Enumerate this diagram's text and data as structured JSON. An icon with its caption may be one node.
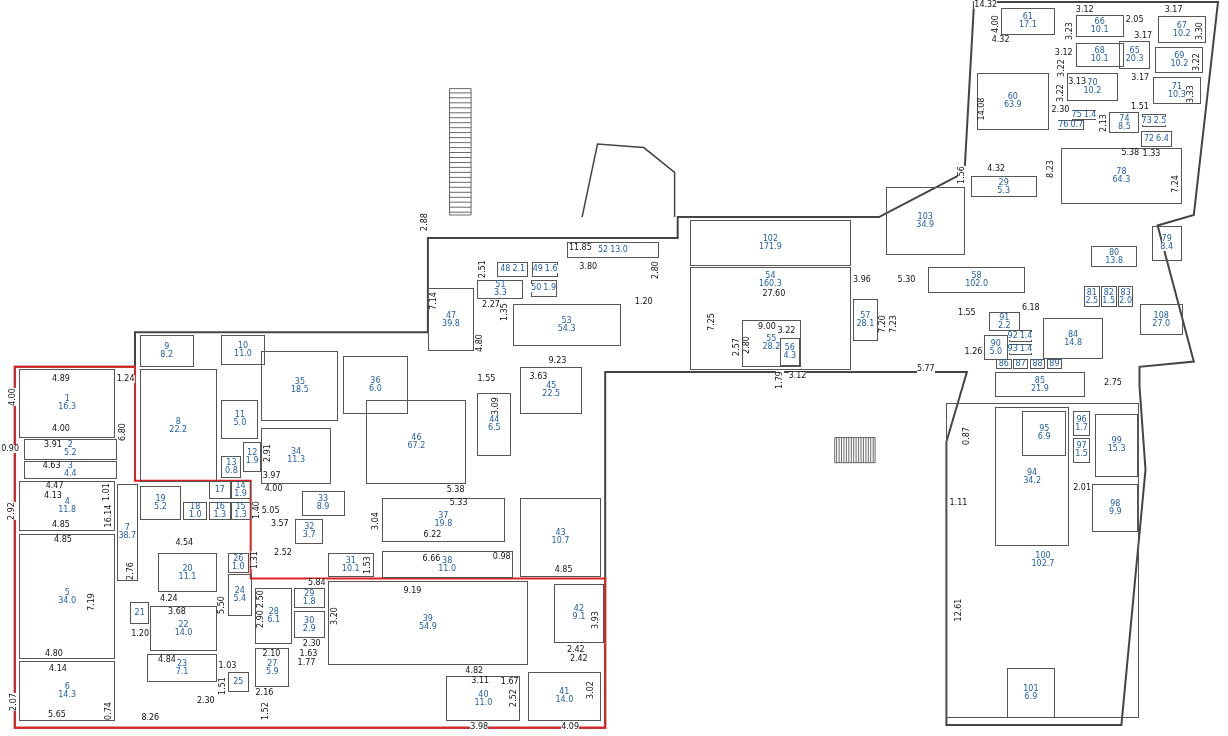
{
  "diagram": {
    "nodes": [
      {
        "text": [
          "1",
          "16.3"
        ]
      },
      {
        "text": [
          "2",
          "5.2"
        ]
      },
      {
        "text": [
          "3",
          "4.4"
        ]
      },
      {
        "text": [
          "4",
          "11.8"
        ]
      },
      {
        "text": [
          "5",
          "34.0"
        ]
      },
      {
        "text": [
          "6",
          "14.3"
        ]
      },
      {
        "text": [
          "7",
          "38.7"
        ]
      },
      {
        "text": [
          "8",
          "22.2"
        ]
      },
      {
        "text": [
          "9",
          "8.2"
        ]
      },
      {
        "text": [
          "10",
          "11.0"
        ]
      },
      {
        "text": [
          "11",
          "5.0"
        ]
      },
      {
        "text": [
          "12",
          "1.9"
        ]
      },
      {
        "text": [
          "13",
          "0.8"
        ]
      },
      {
        "text": [
          "14",
          "1.9"
        ]
      },
      {
        "text": [
          "15",
          "1.3"
        ]
      },
      {
        "text": [
          "16",
          "1.3"
        ]
      },
      {
        "text": [
          "17"
        ]
      },
      {
        "text": [
          "18",
          "1.0"
        ]
      },
      {
        "text": [
          "19",
          "5.2"
        ]
      },
      {
        "text": [
          "20",
          "11.1"
        ]
      },
      {
        "text": [
          "21"
        ]
      },
      {
        "text": [
          "22",
          "14.0"
        ]
      },
      {
        "text": [
          "23",
          "7.1"
        ]
      },
      {
        "text": [
          "24",
          "5.4"
        ]
      },
      {
        "text": [
          "25"
        ]
      },
      {
        "text": [
          "26",
          "1.0"
        ]
      },
      {
        "text": [
          "27",
          "5.9"
        ]
      },
      {
        "text": [
          "28",
          "6.1"
        ]
      },
      {
        "text": [
          "29",
          "1.8"
        ]
      },
      {
        "text": [
          "30",
          "2.9"
        ]
      },
      {
        "text": [
          "31",
          "10.1"
        ]
      },
      {
        "text": [
          "32",
          "3.7"
        ]
      },
      {
        "text": [
          "33",
          "8.9"
        ]
      },
      {
        "text": [
          "34",
          "11.3"
        ]
      },
      {
        "text": [
          "35",
          "18.5"
        ]
      },
      {
        "text": [
          "36",
          "6.0"
        ]
      },
      {
        "text": [
          "37",
          "19.8"
        ]
      },
      {
        "text": [
          "38",
          "11.0"
        ]
      },
      {
        "text": [
          "39",
          "54.9"
        ]
      },
      {
        "text": [
          "40",
          "11.0"
        ]
      },
      {
        "text": [
          "41",
          "14.0"
        ]
      },
      {
        "text": [
          "42",
          "9.1"
        ]
      },
      {
        "text": [
          "43",
          "10.7"
        ]
      },
      {
        "text": [
          "44",
          "6.5"
        ]
      },
      {
        "text": [
          "45",
          "22.5"
        ]
      },
      {
        "text": [
          "46",
          "67.2"
        ]
      },
      {
        "text": [
          "47",
          "39.8"
        ]
      },
      {
        "text": [
          "48",
          "2.1"
        ]
      },
      {
        "text": [
          "49",
          "1.6"
        ]
      },
      {
        "text": [
          "50",
          "1.9"
        ]
      },
      {
        "text": [
          "51",
          "3.3"
        ]
      },
      {
        "text": [
          "52",
          "13.0"
        ]
      },
      {
        "text": [
          "53",
          "54.3"
        ]
      },
      {
        "text": [
          "54",
          "160.3"
        ]
      },
      {
        "text": [
          "55",
          "28.2"
        ],
        "in": 53
      },
      {
        "text": [
          "56",
          "4.3"
        ],
        "in": 54
      },
      {
        "text": [
          "57",
          "28.1"
        ]
      },
      {
        "text": [
          "58",
          "102.0"
        ]
      },
      {
        "text": [
          "102",
          "171.9"
        ]
      },
      {
        "text": [
          "103",
          "34.9"
        ]
      },
      {
        "text": [
          "61",
          "17.1"
        ]
      },
      {
        "text": [
          "66",
          "10.1"
        ]
      },
      {
        "text": [
          "65",
          "20.3"
        ]
      },
      {
        "text": [
          "67",
          "10.2"
        ]
      },
      {
        "text": [
          "68",
          "10.1"
        ]
      },
      {
        "text": [
          "69",
          "10.2"
        ]
      },
      {
        "text": [
          "70",
          "10.2"
        ]
      },
      {
        "text": [
          "60",
          "63.9"
        ]
      },
      {
        "text": [
          "71",
          "10.3"
        ]
      },
      {
        "text": [
          "75",
          "1.4"
        ]
      },
      {
        "text": [
          "74",
          "8.5"
        ]
      },
      {
        "text": [
          "73",
          "2.5"
        ]
      },
      {
        "text": [
          "76",
          "0.7"
        ]
      },
      {
        "text": [
          "72",
          "6.4"
        ]
      },
      {
        "text": [
          "78",
          "64.3"
        ]
      },
      {
        "text": [
          "29",
          "5.3"
        ]
      },
      {
        "text": [
          "79",
          "8.4"
        ]
      },
      {
        "text": [
          "80",
          "13.8"
        ]
      },
      {
        "text": [
          "81",
          "2.5"
        ]
      },
      {
        "text": [
          "82",
          "1.5"
        ]
      },
      {
        "text": [
          "83",
          "2.0"
        ]
      },
      {
        "text": [
          "108",
          "27.0"
        ]
      },
      {
        "text": [
          "91",
          "2.2"
        ]
      },
      {
        "text": [
          "84",
          "14.8"
        ]
      },
      {
        "text": [
          "92",
          "1.4"
        ]
      },
      {
        "text": [
          "90",
          "5.0"
        ]
      },
      {
        "text": [
          "93",
          "1.4"
        ]
      },
      {
        "text": [
          "86"
        ]
      },
      {
        "text": [
          "87"
        ]
      },
      {
        "text": [
          "88"
        ]
      },
      {
        "text": [
          "89"
        ]
      },
      {
        "text": [
          "85",
          "21.9"
        ]
      },
      {
        "text": [
          "100",
          "102.7"
        ]
      },
      {
        "text": [
          "94",
          "34.2"
        ],
        "in": 92
      },
      {
        "text": [
          "95",
          "6.9"
        ],
        "in": 93
      },
      {
        "text": [
          "96",
          "1.7"
        ],
        "in": 92
      },
      {
        "text": [
          "97",
          "1.5"
        ],
        "in": 92
      },
      {
        "text": [
          "99",
          "15.3"
        ],
        "in": 92
      },
      {
        "text": [
          "98",
          "9.9"
        ],
        "in": 92
      },
      {
        "text": [
          "101",
          "6.9"
        ],
        "in": 92
      }
    ],
    "labels": [
      "14.32",
      "3.12",
      "3.17",
      "4.00",
      "2.05",
      "3.23",
      "3.30",
      "4.32",
      "3.12",
      "3.17",
      "3.22",
      "3.22",
      "3.13",
      "3.17",
      "3.22",
      "3.33",
      "14.08",
      "2.30",
      "1.51",
      "2.13",
      "5.38",
      "1.33",
      "8.23",
      "4.32",
      "1.56",
      "7.24",
      "2.88",
      "11.85",
      "2.51",
      "3.80",
      "2.80",
      "27.60",
      "3.96",
      "5.30",
      "7.14",
      "2.27",
      "1.35",
      "1.20",
      "1.55",
      "6.18",
      "7.25",
      "9.00",
      "7.20",
      "7.23",
      "4.80",
      "2.57",
      "2.80",
      "3.22",
      "1.26",
      "9.23",
      "1.79",
      "3.12",
      "4.89",
      "1.24",
      "1.55",
      "3.63",
      "5.77",
      "2.75",
      "4.00",
      "3.09",
      "4.00",
      "6.80",
      "0.87",
      "3.91",
      "0.90",
      "2.91",
      "4.63",
      "4.47",
      "1.01",
      "3.97",
      "4.13",
      "4.00",
      "5.38",
      "2.01",
      "5.33",
      "1.11",
      "2.92",
      "16.14",
      "1.40",
      "5.05",
      "3.04",
      "4.85",
      "3.57",
      "4.85",
      "4.54",
      "6.22",
      "0.98",
      "2.52",
      "6.66",
      "1.31",
      "2.76",
      "1.53",
      "4.85",
      "5.84",
      "9.19",
      "7.19",
      "4.24",
      "5.50",
      "2.50",
      "3.68",
      "2.90",
      "3.20",
      "3.93",
      "12.61",
      "1.20",
      "2.30",
      "2.10",
      "1.63",
      "2.42",
      "4.80",
      "1.77",
      "2.42",
      "4.14",
      "4.84",
      "1.03",
      "4.82",
      "1.51",
      "3.11",
      "1.67",
      "2.16",
      "3.02",
      "2.07",
      "2.30",
      "2.52",
      "5.65",
      "0.74",
      "8.26",
      "1.52",
      "3.98",
      "4.09"
    ]
  }
}
